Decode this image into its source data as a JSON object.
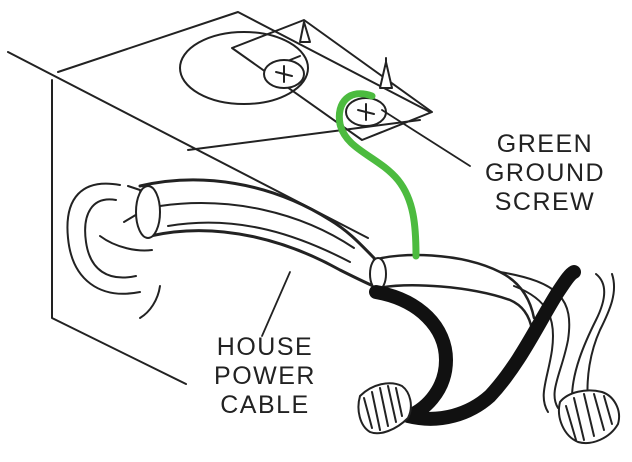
{
  "labels": {
    "ground_screw": [
      "GREEN",
      "GROUND",
      "SCREW"
    ],
    "power_cable": [
      "HOUSE",
      "POWER",
      "CABLE"
    ]
  },
  "colors": {
    "ground_wire": "#4cbb3f",
    "hot_wire": "#111111",
    "outline": "#222222",
    "background": "#ffffff"
  }
}
